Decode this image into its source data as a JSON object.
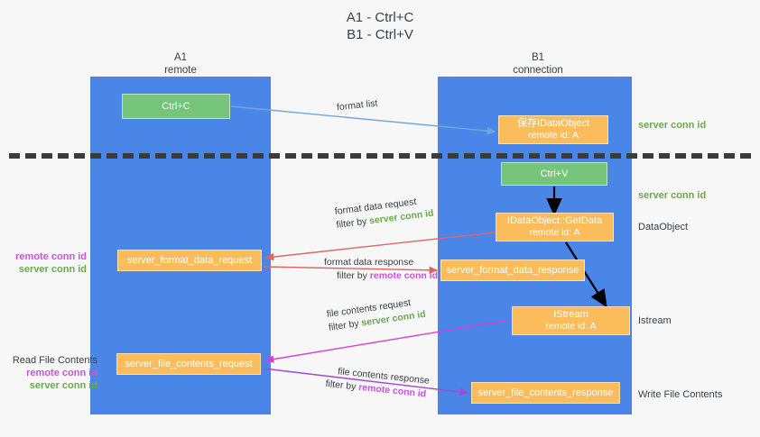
{
  "title": {
    "line1": "A1 - Ctrl+C",
    "line2": "B1 - Ctrl+V"
  },
  "columns": [
    {
      "id": "a1",
      "name": "A1",
      "sub": "remote"
    },
    {
      "id": "b1",
      "name": "B1",
      "sub": "connection"
    }
  ],
  "boxes": {
    "ctrl_c": {
      "label": "Ctrl+C",
      "color": "#76c47a"
    },
    "ctrl_v": {
      "label": "Ctrl+V",
      "color": "#76c47a"
    },
    "save_idataobject": {
      "label": "保存IDataObject",
      "sub": "remote id: A",
      "color": "#fbbc5c"
    },
    "getdata": {
      "label": "IDataObject::GetData",
      "sub": "remote id: A",
      "color": "#fbbc5c"
    },
    "istream": {
      "label": "IStream",
      "sub": "remote id: A",
      "color": "#fbbc5c"
    },
    "server_format_data_request": {
      "label": "server_format_data_request",
      "color": "#fbbc5c"
    },
    "server_format_data_response": {
      "label": "server_format_data_response",
      "color": "#fbbc5c"
    },
    "server_file_contents_request": {
      "label": "server_file_contents_request",
      "color": "#fbbc5c"
    },
    "server_file_contents_response": {
      "label": "server_file_contents_response",
      "color": "#fbbc5c"
    }
  },
  "edge_labels": {
    "format_list": "format list",
    "format_data_request": "format data request",
    "format_data_request_filter_prefix": "filter by ",
    "format_data_request_filter_value": "server conn id",
    "format_data_response": "format data response",
    "format_data_response_filter_prefix": "filter by ",
    "format_data_response_filter_value": "remote conn id",
    "file_contents_request": "file contents request",
    "file_contents_request_filter_prefix": "filter by ",
    "file_contents_request_filter_value": "server conn id",
    "file_contents_response": "file contents response",
    "file_contents_response_filter_prefix": "filter by ",
    "file_contents_response_filter_value": "remote conn id"
  },
  "side_notes": {
    "right_server_conn_1": "server conn id",
    "right_server_conn_2": "server conn id",
    "right_dataobject": "DataObject",
    "right_istream": "Istream",
    "right_write_file_contents": "Write File Contents",
    "left_remote_conn_1": "remote conn id",
    "left_server_conn_1": "server conn id",
    "left_read_file_contents": "Read File Contents",
    "left_remote_conn_2": "remote conn id",
    "left_server_conn_2": "server conn id"
  },
  "colors": {
    "lane": "#4a86e8",
    "box_green": "#76c47a",
    "box_orange": "#fbbc5c",
    "green_text": "#6aa84f",
    "purple_text": "#c457d6",
    "arrow_blue": "#6fa8dc",
    "arrow_red": "#e06666",
    "arrow_magenta": "#d63fd6",
    "arrow_purple": "#9b59d0",
    "arrow_black": "#000000",
    "divider": "#3b3b3b",
    "background": "#f7f7f7"
  }
}
